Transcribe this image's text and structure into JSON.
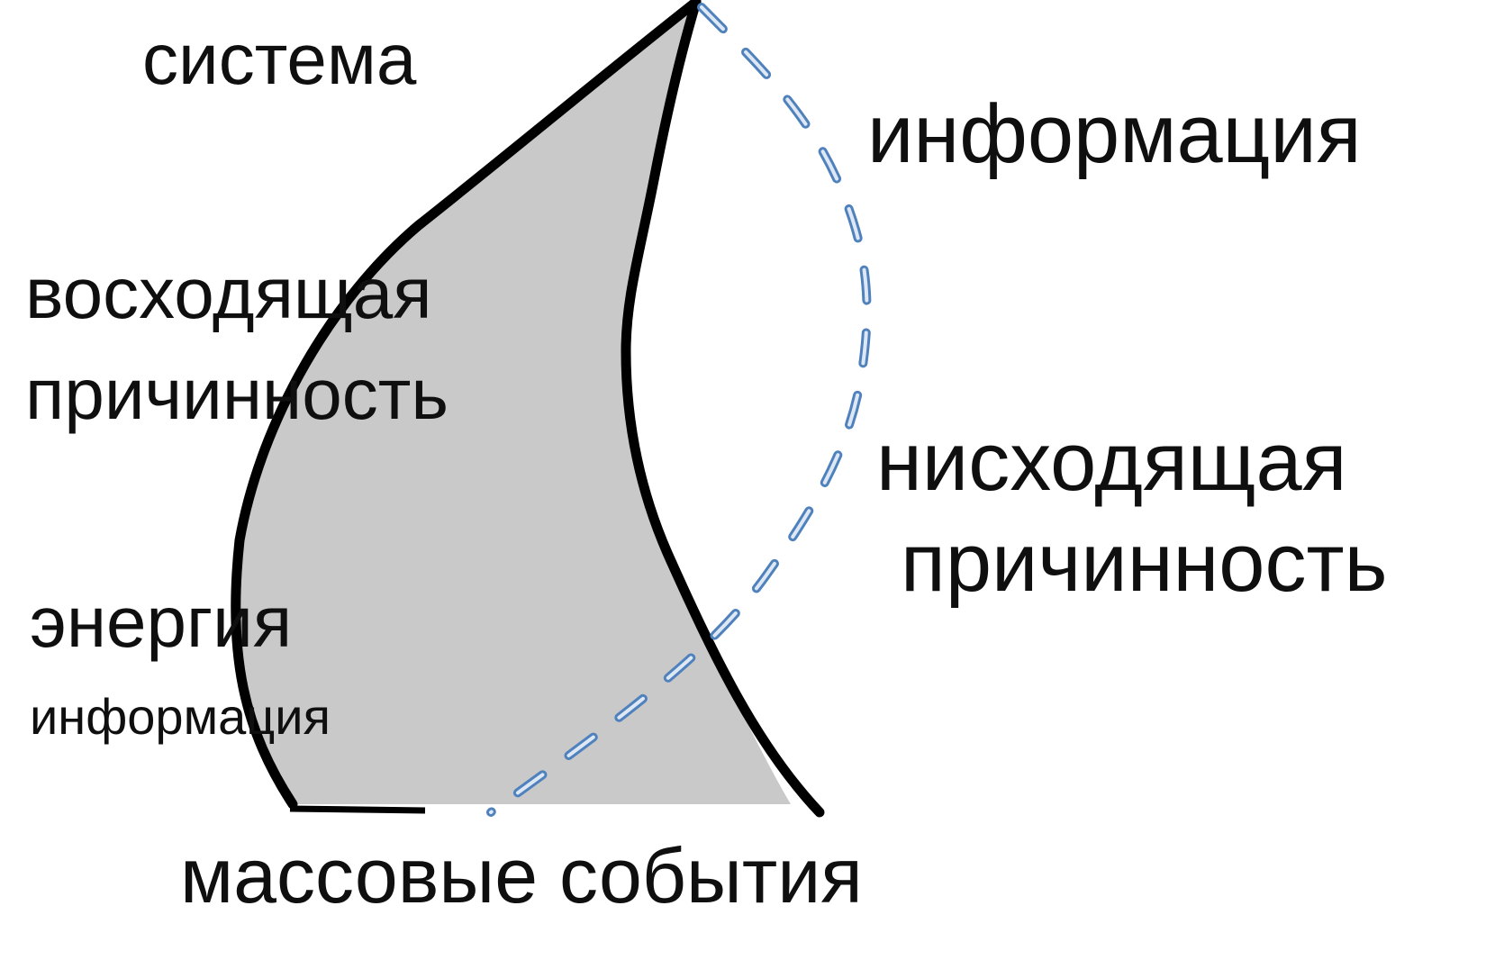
{
  "diagram": {
    "type": "causality-sail-diagram",
    "labels": {
      "system": "система",
      "information_top": "информация",
      "ascending_line1": "восходящая",
      "ascending_line2": "причинность",
      "descending_line1": "нисходящая",
      "descending_line2": "причинность",
      "energy": "энергия",
      "information_small": "информация",
      "mass_events": "массовые события"
    },
    "colors": {
      "background": "#ffffff",
      "shape_fill": "#c9c9c9",
      "shape_stroke": "#000000",
      "dash_outer": "#4f81bd",
      "dash_inner": "#dee8f5",
      "text": "#0f0f0f"
    }
  }
}
